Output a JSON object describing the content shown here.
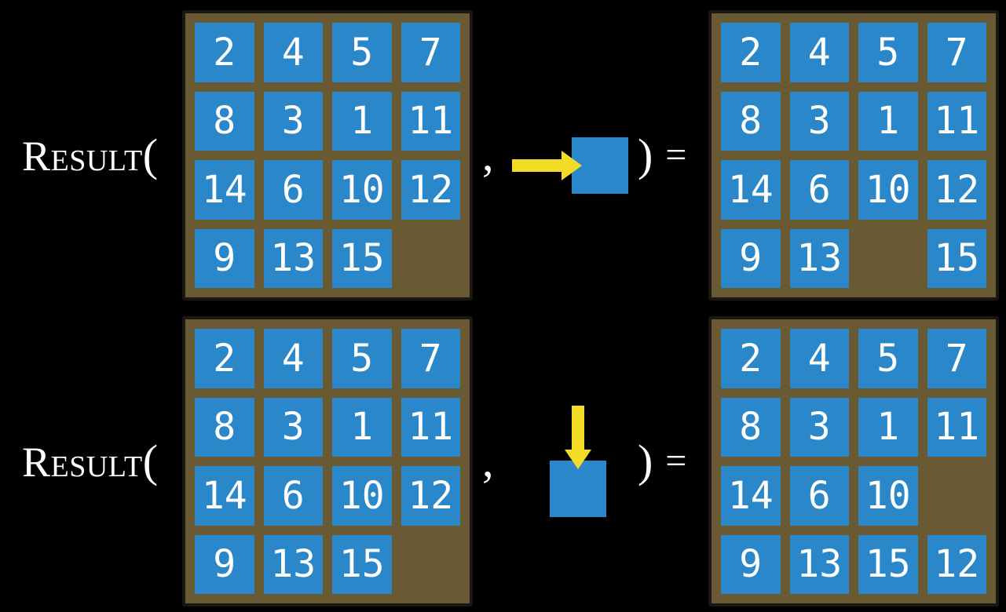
{
  "figure": {
    "background": "#000000",
    "colors": {
      "background": "#000000",
      "tile": "#2a87c9",
      "board": "#695a34",
      "board_border": "#1a1612",
      "arrow": "#f2dc26",
      "text": "#ffffff"
    },
    "rows": [
      {
        "label": {
          "function": "Result",
          "open_paren": "("
        },
        "comma": ",",
        "action_icon": "arrow-right-into-tile",
        "close_paren": ")",
        "equals": "=",
        "state_grid": [
          [
            2,
            4,
            5,
            7
          ],
          [
            8,
            3,
            1,
            11
          ],
          [
            14,
            6,
            10,
            12
          ],
          [
            9,
            13,
            15,
            null
          ]
        ],
        "result_grid": [
          [
            2,
            4,
            5,
            7
          ],
          [
            8,
            3,
            1,
            11
          ],
          [
            14,
            6,
            10,
            12
          ],
          [
            9,
            13,
            null,
            15
          ]
        ]
      },
      {
        "label": {
          "function": "Result",
          "open_paren": "("
        },
        "comma": ",",
        "action_icon": "arrow-down-into-tile",
        "close_paren": ")",
        "equals": "=",
        "state_grid": [
          [
            2,
            4,
            5,
            7
          ],
          [
            8,
            3,
            1,
            11
          ],
          [
            14,
            6,
            10,
            12
          ],
          [
            9,
            13,
            15,
            null
          ]
        ],
        "result_grid": [
          [
            2,
            4,
            5,
            7
          ],
          [
            8,
            3,
            1,
            11
          ],
          [
            14,
            6,
            10,
            null
          ],
          [
            9,
            13,
            15,
            12
          ]
        ]
      }
    ]
  }
}
